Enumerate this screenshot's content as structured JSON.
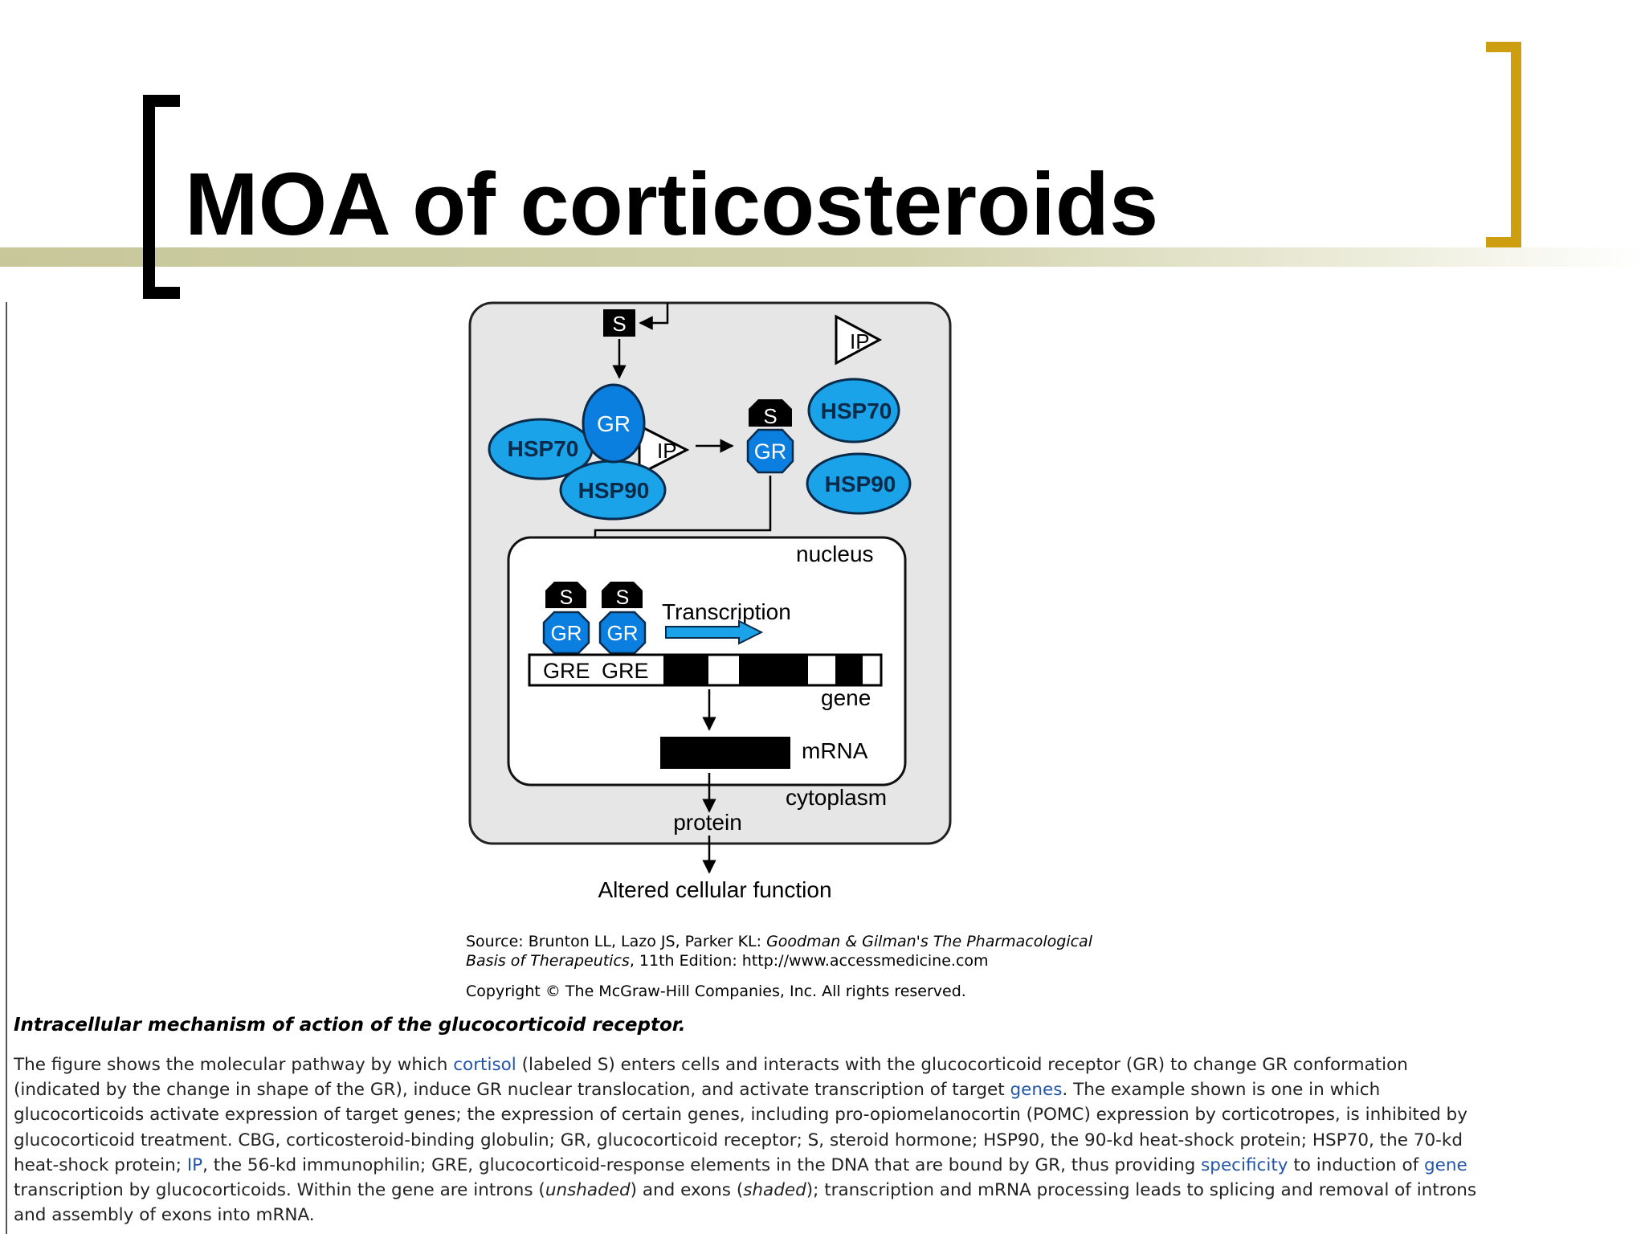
{
  "slide": {
    "title": "MOA of corticosteroids",
    "accent_color": "#cc9e10",
    "band_color": "#c7c79a"
  },
  "diagram": {
    "labels": {
      "s": "S",
      "gr": "GR",
      "ip": "IP",
      "hsp70": "HSP70",
      "hsp90": "HSP90",
      "nucleus": "nucleus",
      "transcription": "Transcription",
      "gre": "GRE",
      "gene": "gene",
      "mrna": "mRNA",
      "cytoplasm": "cytoplasm",
      "protein": "protein",
      "altered": "Altered cellular function"
    },
    "colors": {
      "protein_blue": "#1aa3e8",
      "gr_blue": "#0a7fe0",
      "cell_fill": "#e6e6e6"
    }
  },
  "source": {
    "line1_plain": "Source: Brunton LL, Lazo JS, Parker KL: ",
    "line1_italic": "Goodman & Gilman's The Pharmacological",
    "line2_italic": "Basis of Therapeutics",
    "line2_plain": ", 11th Edition: http://www.accessmedicine.com",
    "copyright": "Copyright © The McGraw-Hill Companies, Inc. All rights reserved."
  },
  "caption": {
    "heading": "Intracellular mechanism of action of the glucocorticoid receptor.",
    "l1a": "The figure shows the molecular pathway by which ",
    "l1_link": "cortisol",
    "l1b": " (labeled S) enters cells and interacts with the glucocorticoid receptor (GR) to change GR conformation",
    "l2a": "(indicated by the change in shape of the GR), induce GR nuclear translocation, and activate transcription of target ",
    "l2_link": "genes",
    "l2b": ". The example shown is one in which",
    "l3": "glucocorticoids activate expression of target genes; the expression of certain genes, including pro-opiomelanocortin (POMC) expression by corticotropes, is inhibited by",
    "l4": "glucocorticoid treatment. CBG, corticosteroid-binding globulin; GR, glucocorticoid receptor; S, steroid hormone; HSP90, the 90-kd heat-shock protein; HSP70, the 70-kd",
    "l5a": "heat-shock protein; ",
    "l5_link1": "IP",
    "l5b": ", the 56-kd immunophilin; GRE, glucocorticoid-response elements in the DNA that are bound by GR, thus providing ",
    "l5_link2": "specificity",
    "l5c": " to induction of ",
    "l5_link3": "gene",
    "l6a": "transcription by glucocorticoids. Within the gene are introns (",
    "l6_em1": "unshaded",
    "l6b": ") and exons (",
    "l6_em2": "shaded",
    "l6c": "); transcription and mRNA processing leads to splicing and removal of introns",
    "l7": "and assembly of exons into mRNA."
  }
}
